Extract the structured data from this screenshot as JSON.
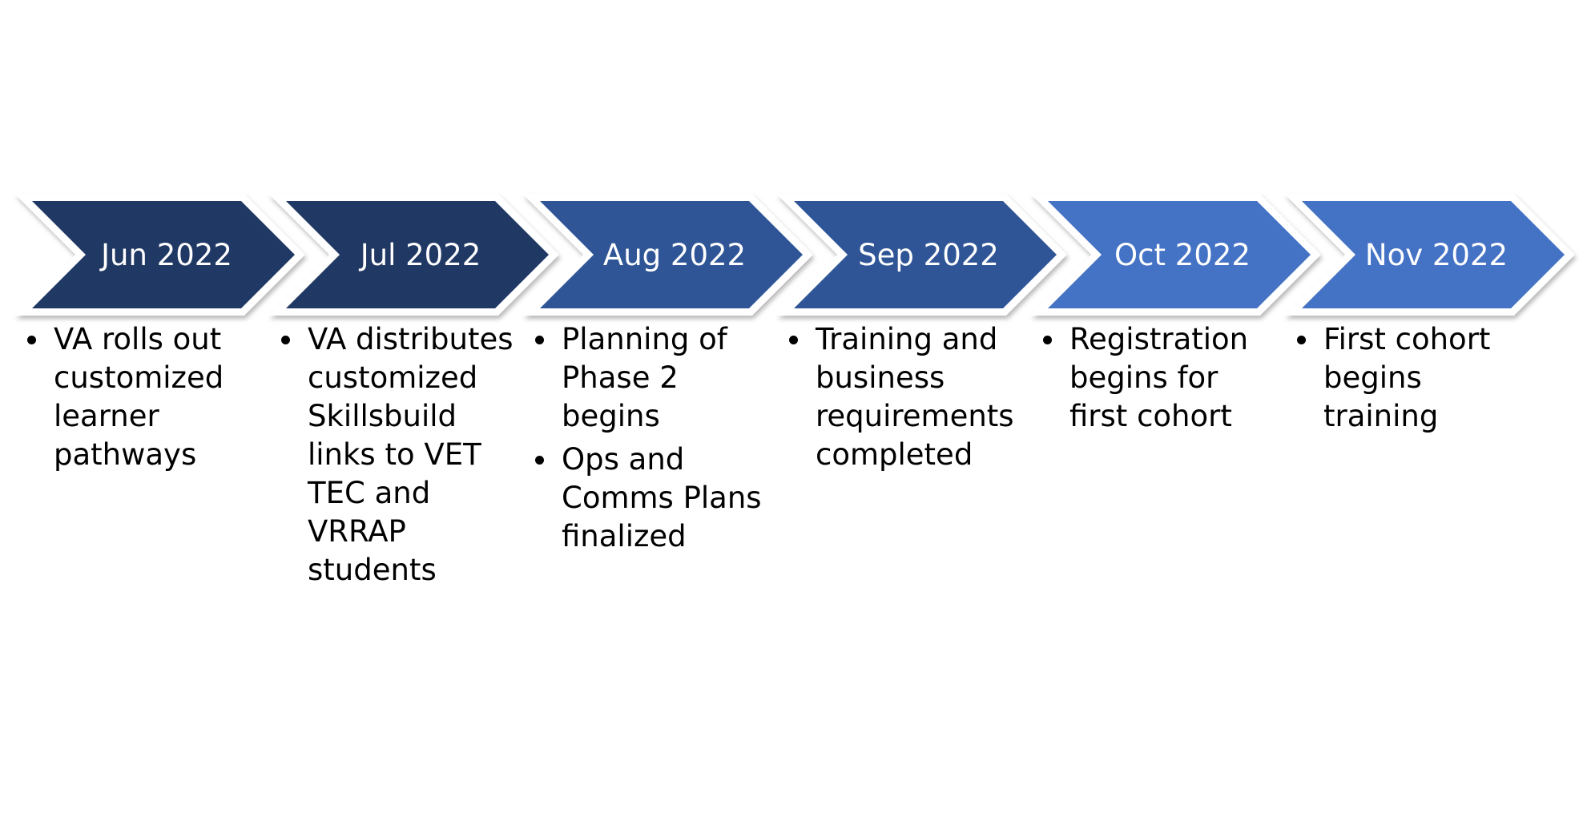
{
  "steps": [
    {
      "label": "Jun 2022",
      "color": "#203864",
      "bullets": [
        "VA rolls out customized learner pathways"
      ]
    },
    {
      "label": "Jul 2022",
      "color": "#203864",
      "bullets": [
        "VA distributes customized Skillsbuild links to VET TEC and VRRAP students"
      ]
    },
    {
      "label": "Aug 2022",
      "color": "#2F5597",
      "bullets": [
        "Planning of Phase 2 begins",
        "Ops and Comms Plans finalized"
      ]
    },
    {
      "label": "Sep 2022",
      "color": "#2F5597",
      "bullets": [
        "Training and business requirements completed"
      ]
    },
    {
      "label": "Oct 2022",
      "color": "#4472C4",
      "bullets": [
        "Registration begins for first cohort"
      ]
    },
    {
      "label": "Nov 2022",
      "color": "#4472C4",
      "bullets": [
        "First cohort begins training"
      ]
    }
  ]
}
